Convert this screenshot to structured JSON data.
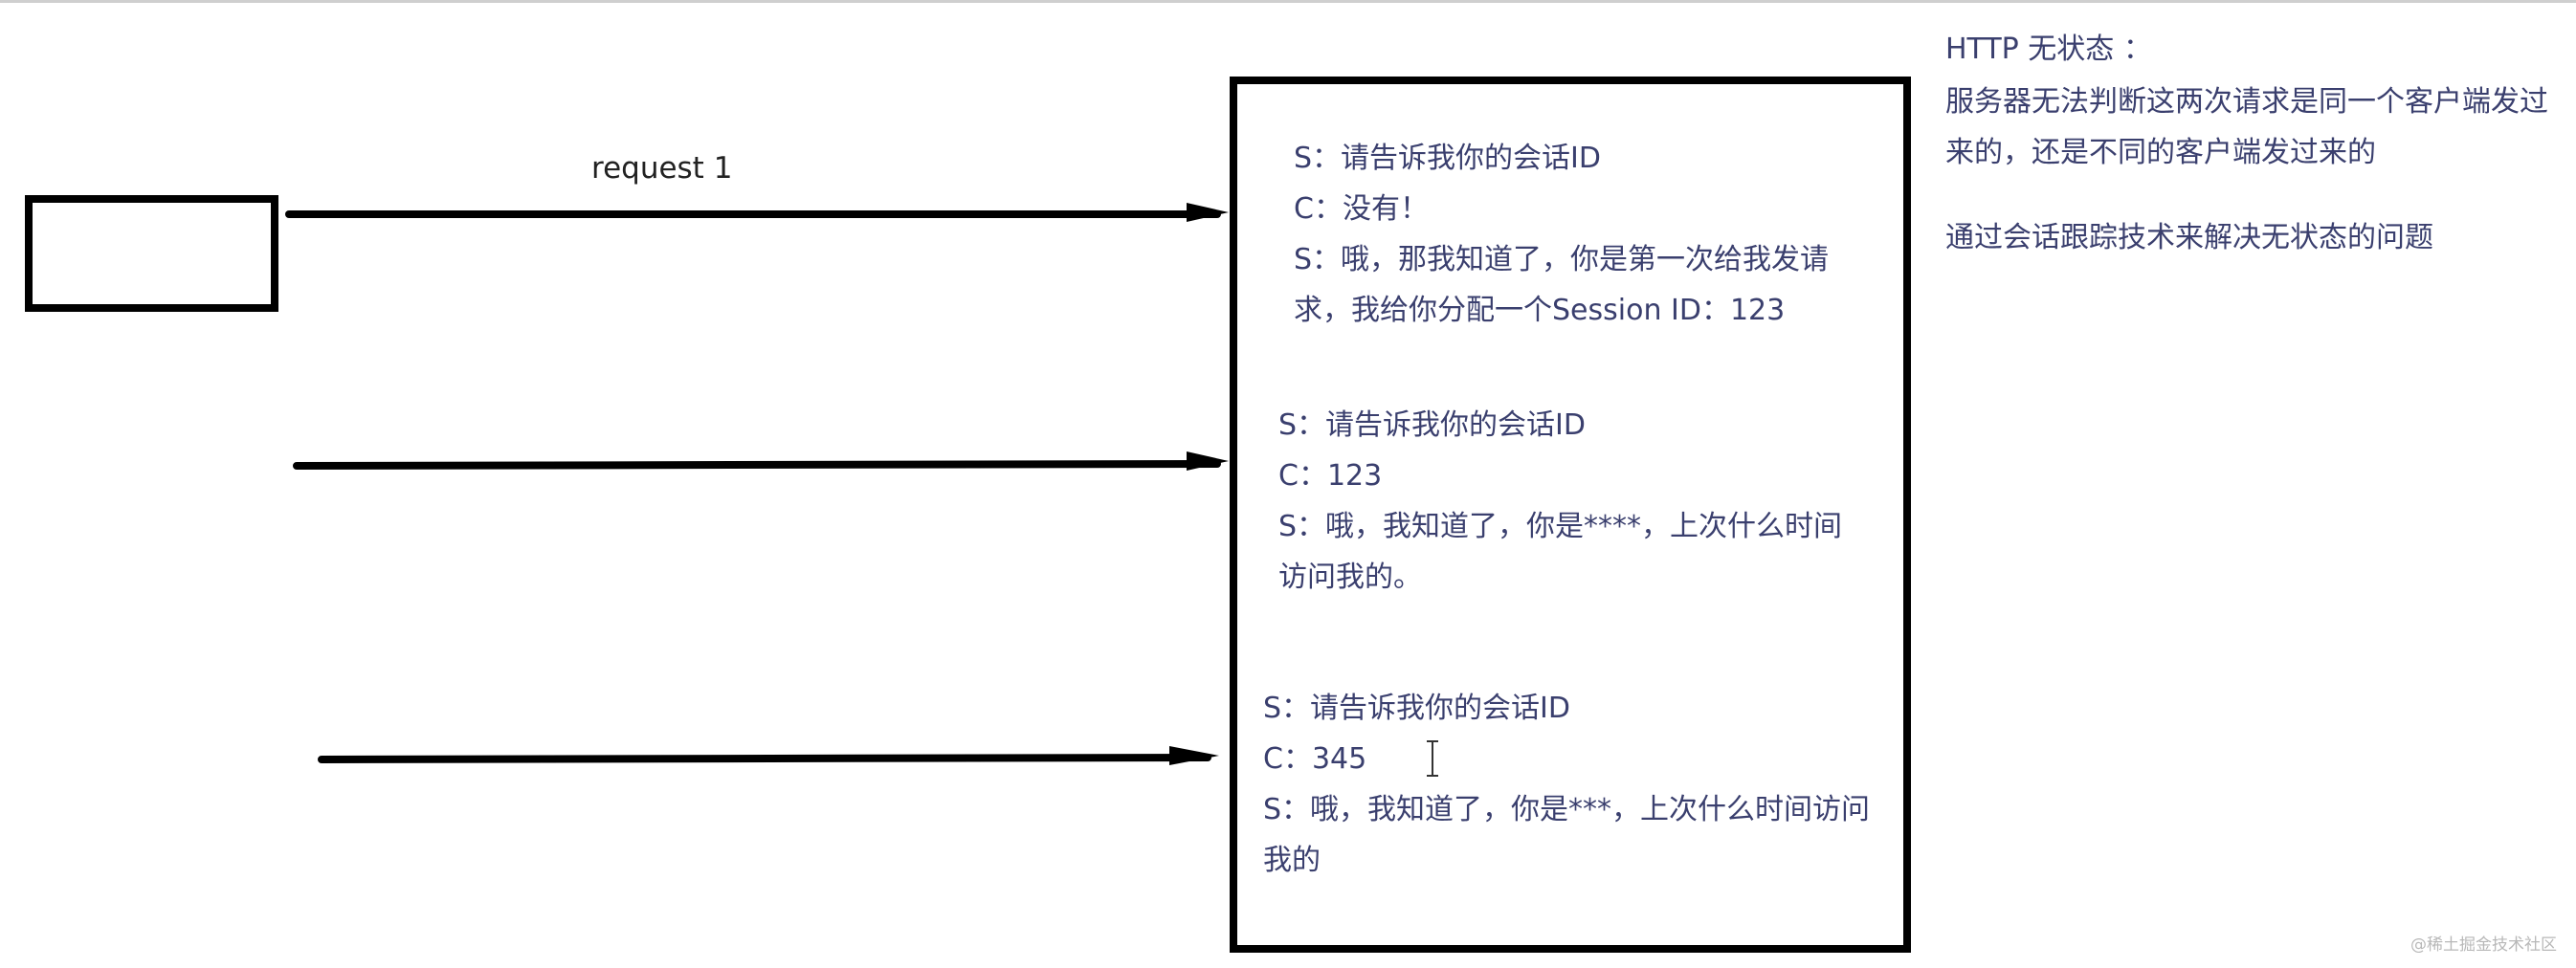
{
  "request_label": "request 1",
  "exchanges": [
    {
      "lines": [
        "S：请告诉我你的会话ID",
        "C：没有！",
        "S：哦，那我知道了，你是第一次给我发请",
        "求，我给你分配一个Session ID：123"
      ]
    },
    {
      "lines": [
        "S：请告诉我你的会话ID",
        "C：123",
        "S：哦，我知道了，你是****，上次什么时间",
        "访问我的。"
      ]
    },
    {
      "lines": [
        "S：请告诉我你的会话ID",
        "C：345",
        "S：哦，我知道了，你是***，上次什么时间访问",
        "我的"
      ]
    }
  ],
  "note": {
    "title": "HTTP 无状态 ：",
    "body": [
      "服务器无法判断这两次请求是同一个客户端发过",
      "来的，还是不同的客户端发过来的"
    ],
    "solution": "通过会话跟踪技术来解决无状态的问题"
  },
  "watermark": "@稀土掘金技术社区",
  "icons": {
    "cursor": "text-cursor-icon"
  }
}
